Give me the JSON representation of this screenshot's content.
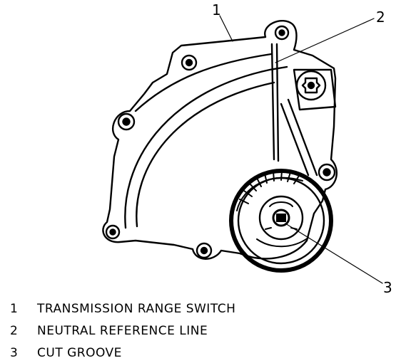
{
  "callouts": [
    "1",
    "2",
    "3"
  ],
  "legend": [
    {
      "num": "1",
      "label": "TRANSMISSION RANGE SWITCH"
    },
    {
      "num": "2",
      "label": "NEUTRAL REFERENCE LINE"
    },
    {
      "num": "3",
      "label": "CUT GROOVE"
    }
  ],
  "colors": {
    "ink": "#000000",
    "paper": "#ffffff"
  }
}
